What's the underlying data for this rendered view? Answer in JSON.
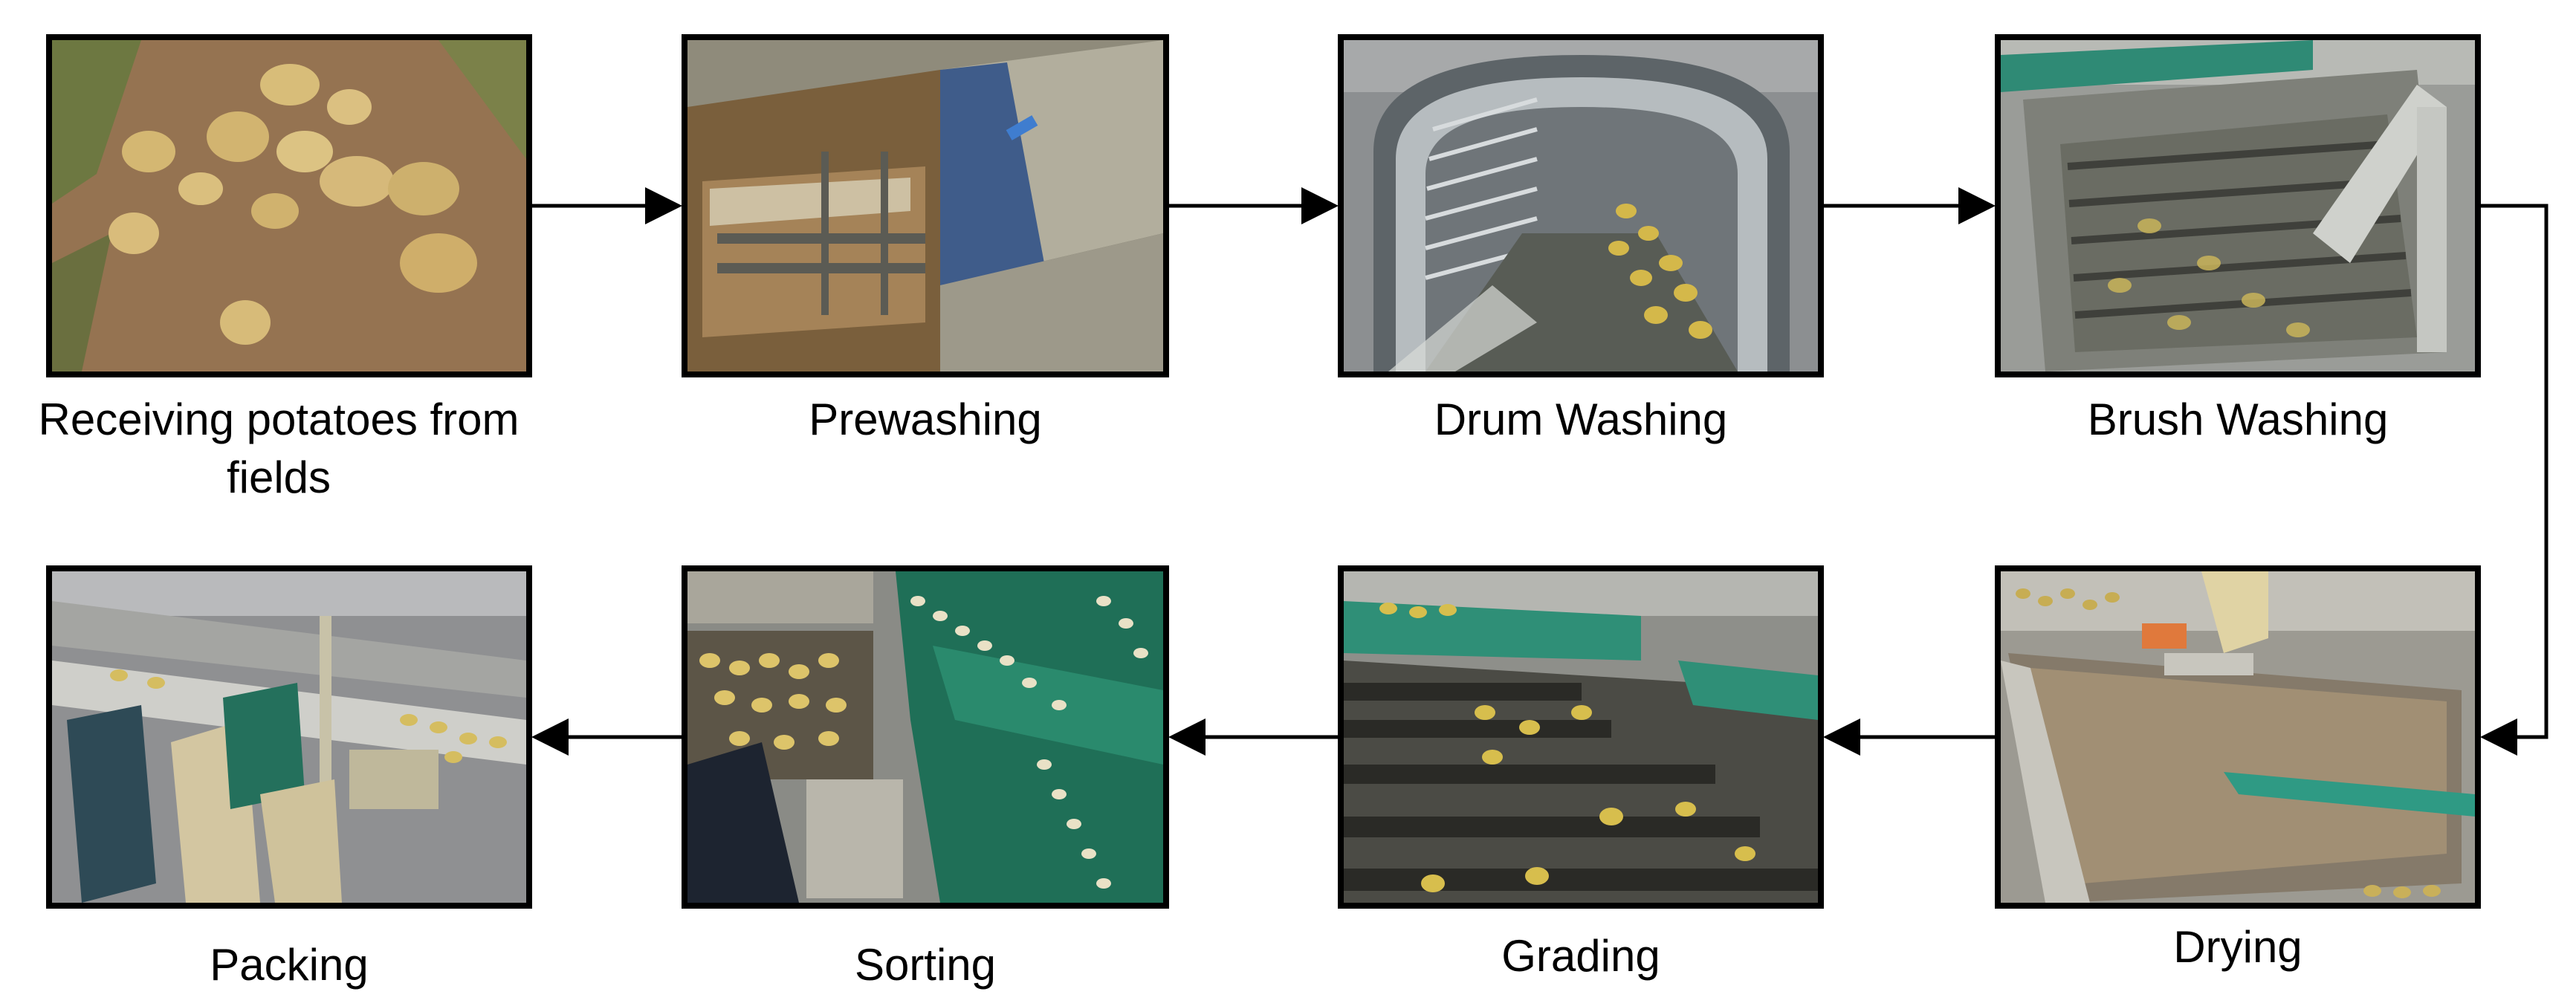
{
  "process": {
    "steps": [
      {
        "id": "receiving",
        "label": "Receiving potatoes from fields",
        "photo": "potatoes-in-soil"
      },
      {
        "id": "prewashing",
        "label": "Prewashing",
        "photo": "prewash-tank"
      },
      {
        "id": "drum-washing",
        "label": "Drum Washing",
        "photo": "washing-drum"
      },
      {
        "id": "brush-washing",
        "label": "Brush Washing",
        "photo": "brush-washer"
      },
      {
        "id": "drying",
        "label": "Drying",
        "photo": "drying-table"
      },
      {
        "id": "grading",
        "label": "Grading",
        "photo": "grading-rollers"
      },
      {
        "id": "sorting",
        "label": "Sorting",
        "photo": "sorting-conveyor"
      },
      {
        "id": "packing",
        "label": "Packing",
        "photo": "bagging-station"
      }
    ],
    "connectors": [
      {
        "from": "receiving",
        "to": "prewashing"
      },
      {
        "from": "prewashing",
        "to": "drum-washing"
      },
      {
        "from": "drum-washing",
        "to": "brush-washing"
      },
      {
        "from": "brush-washing",
        "to": "drying"
      },
      {
        "from": "drying",
        "to": "grading"
      },
      {
        "from": "grading",
        "to": "sorting"
      },
      {
        "from": "sorting",
        "to": "packing"
      }
    ]
  },
  "colors": {
    "frame": "#000000",
    "arrow": "#000000",
    "label": "#000000"
  }
}
